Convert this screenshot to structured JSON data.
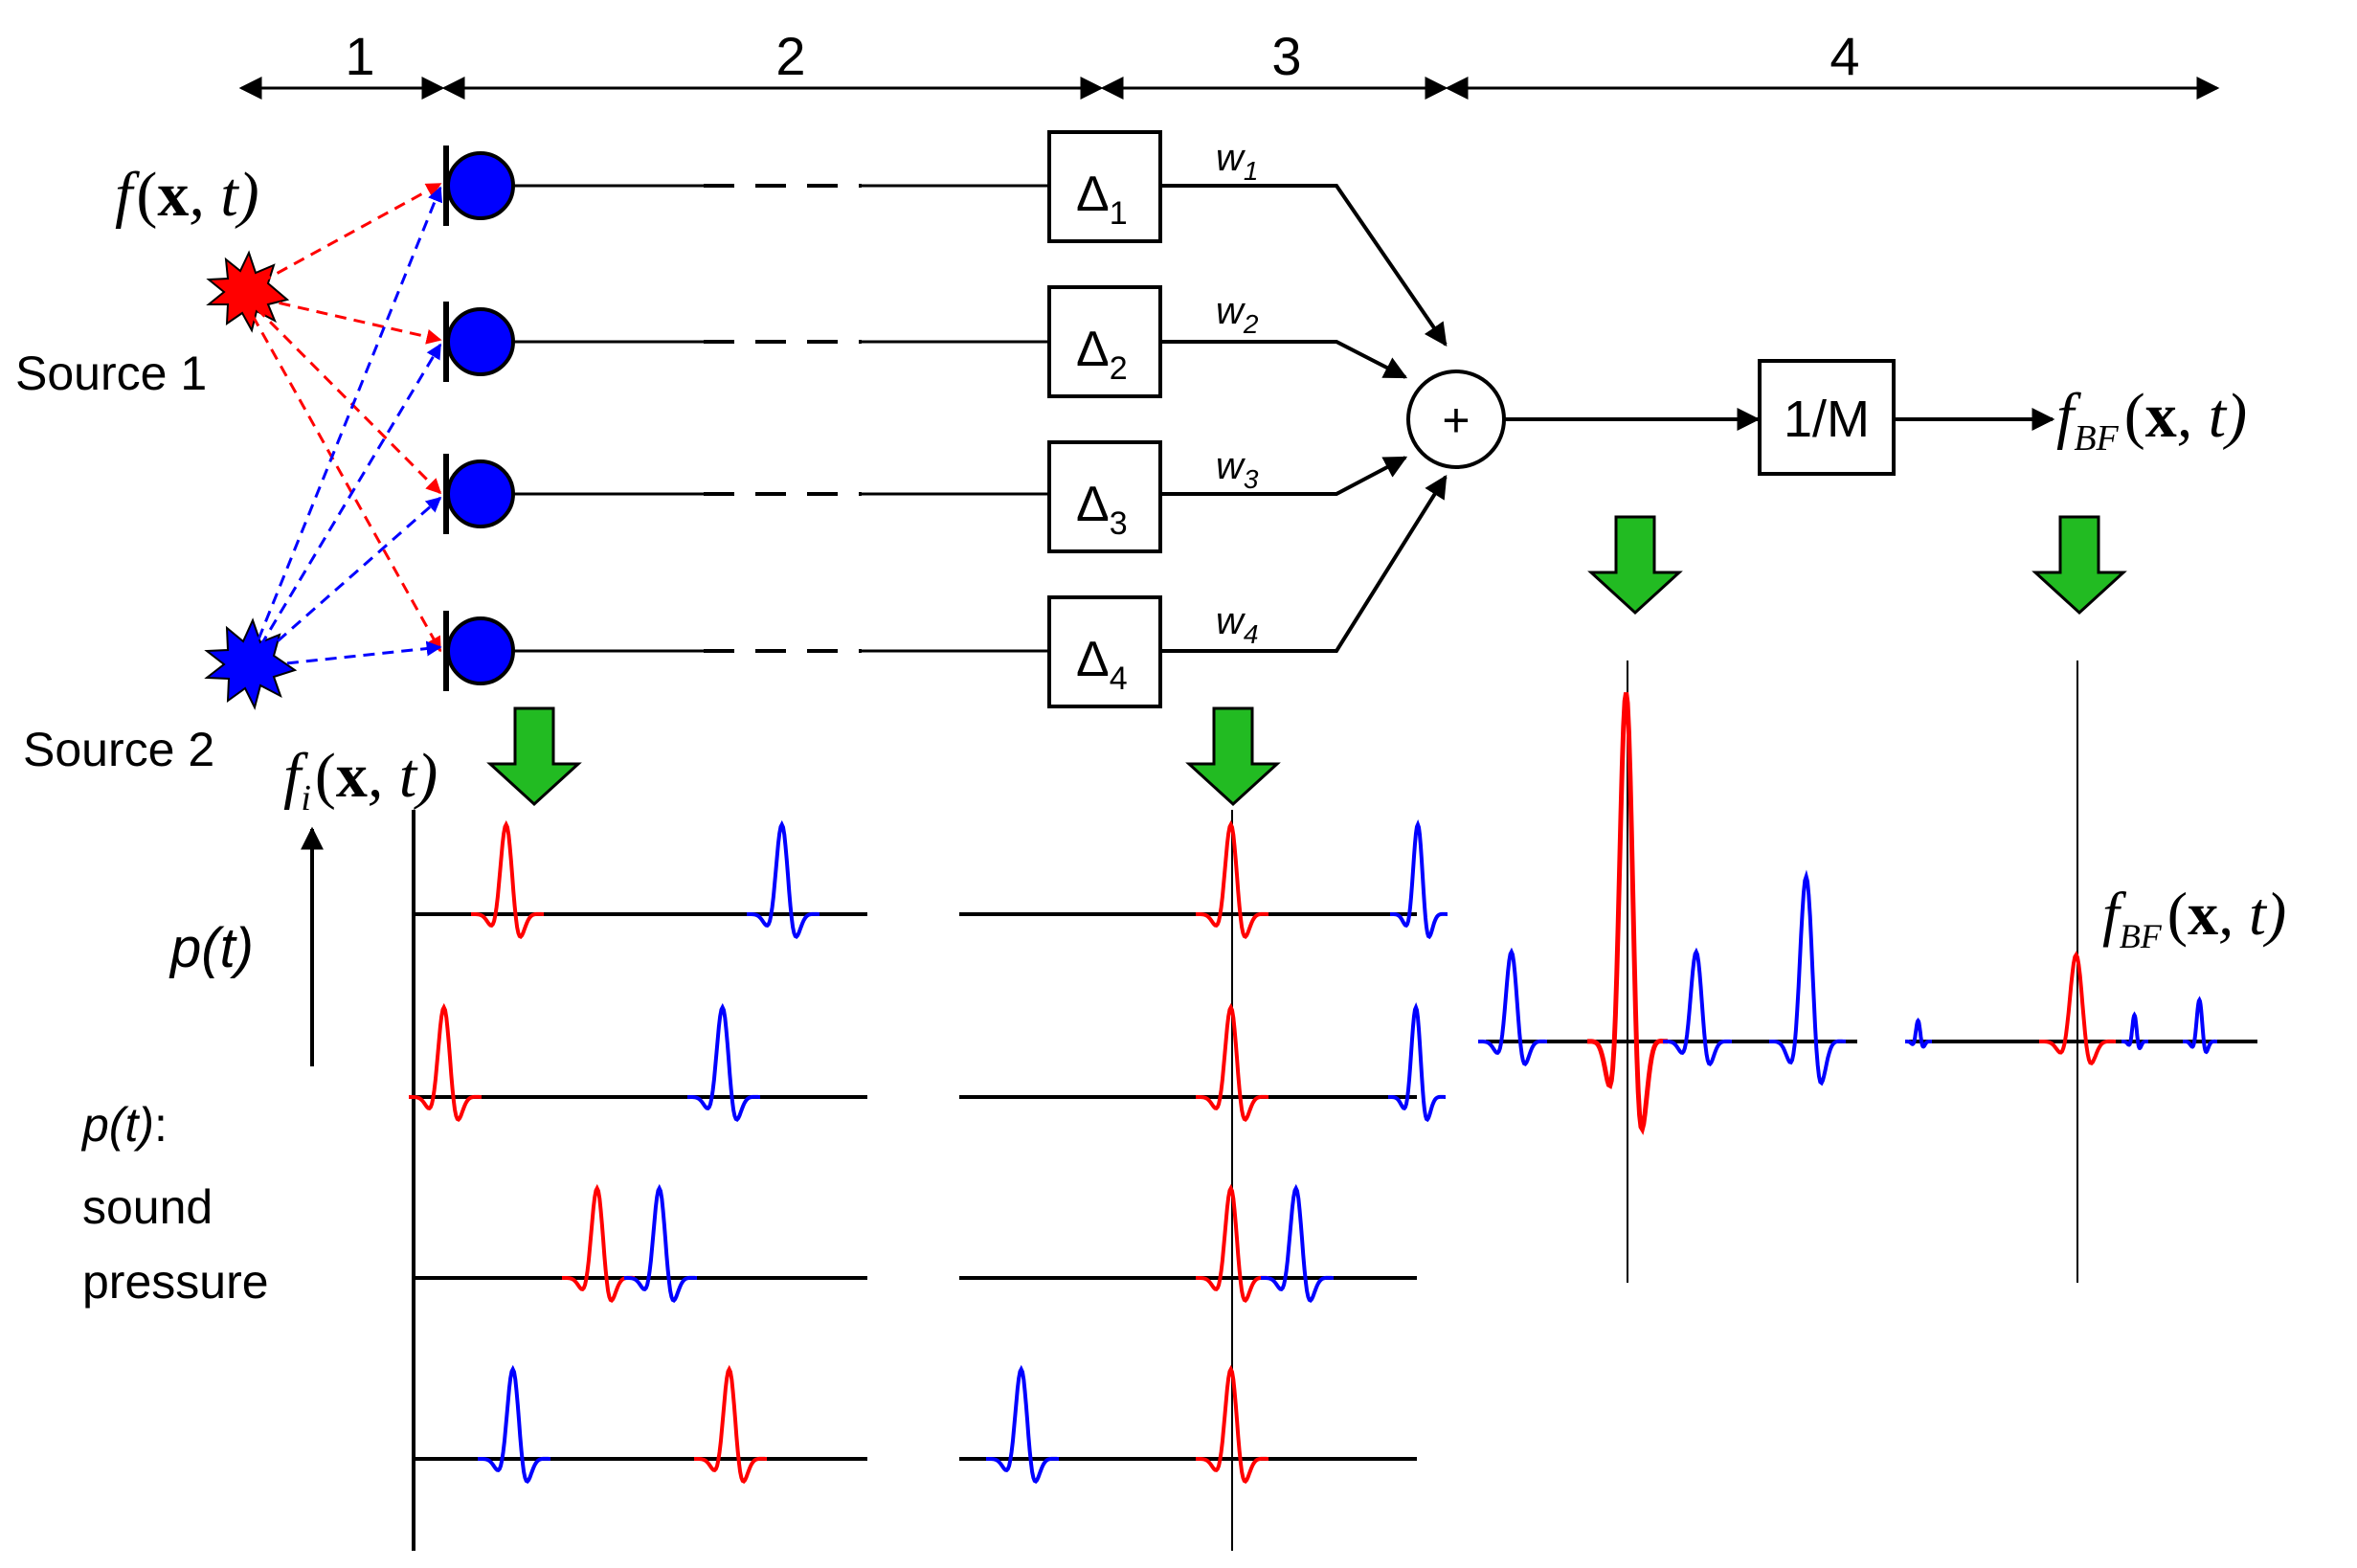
{
  "stages": [
    "1",
    "2",
    "3",
    "4"
  ],
  "source_signal": {
    "f": "f",
    "open": "(",
    "x": "x",
    "rest": ", t)"
  },
  "sources": [
    {
      "label": "Source 1",
      "color": "#ff0000"
    },
    {
      "label": "Source 2",
      "color": "#0000ff"
    }
  ],
  "delays": [
    {
      "symbol": "Δ",
      "sub": "1"
    },
    {
      "symbol": "Δ",
      "sub": "2"
    },
    {
      "symbol": "Δ",
      "sub": "3"
    },
    {
      "symbol": "Δ",
      "sub": "4"
    }
  ],
  "weights": [
    {
      "w": "w",
      "sub": "1"
    },
    {
      "w": "w",
      "sub": "2"
    },
    {
      "w": "w",
      "sub": "3"
    },
    {
      "w": "w",
      "sub": "4"
    }
  ],
  "summer_symbol": "+",
  "normalizer_label": "1/M",
  "output_signal": {
    "f": "f",
    "sub": "BF",
    "open": "(",
    "x": "x",
    "rest": ", t)"
  },
  "mic_signal": {
    "f": "f",
    "sub": "i",
    "open": "(",
    "x": "x",
    "rest": ", t)"
  },
  "pressure_axis_label": "p(t)",
  "pressure_legend": {
    "symbol": "p(t)",
    "colon": ":",
    "line2": "sound",
    "line3": "pressure"
  },
  "colors": {
    "source1": "#ff0000",
    "source2": "#0000ff",
    "microphone": "#0000ff",
    "arrow": "#22bb22",
    "line": "#000000"
  }
}
